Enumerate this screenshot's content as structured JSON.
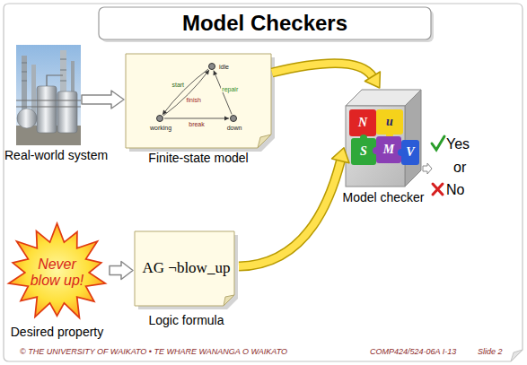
{
  "diagram": {
    "title": "Model Checkers",
    "nodes": [
      {
        "text": [
          "Real-world system"
        ]
      },
      {
        "text": [
          "Finite-state model"
        ]
      },
      {
        "text": [
          "idle"
        ],
        "in": 1
      },
      {
        "text": [
          "working"
        ],
        "in": 1
      },
      {
        "text": [
          "down"
        ],
        "in": 1
      },
      {
        "text": [
          "Model checker"
        ]
      },
      {
        "text": [
          "Never blow up!",
          "Desired property"
        ]
      },
      {
        "text": [
          "AG ¬blow_up",
          "Logic formula"
        ]
      }
    ],
    "edges": [
      {
        "from": 0,
        "to": 1,
        "arrow": "to"
      },
      {
        "from": 1,
        "to": 5,
        "arrow": "to"
      },
      {
        "from": 2,
        "to": 3,
        "label": "start",
        "arrow": "to"
      },
      {
        "from": 3,
        "to": 2,
        "label": "finish",
        "arrow": "to"
      },
      {
        "from": 3,
        "to": 4,
        "label": "break",
        "arrow": "to"
      },
      {
        "from": 4,
        "to": 2,
        "label": "repair",
        "arrow": "to"
      },
      {
        "from": 6,
        "to": 7,
        "arrow": "to"
      },
      {
        "from": 7,
        "to": 5,
        "arrow": "to"
      }
    ],
    "labels": [
      "N",
      "u",
      "S",
      "M",
      "V",
      "Yes",
      "or",
      "No",
      "© THE UNIVERSITY OF WAIKATO • TE WHARE WANANGA O WAIKATO",
      "COMP424/524-06A I-13",
      "Slide 2"
    ]
  }
}
